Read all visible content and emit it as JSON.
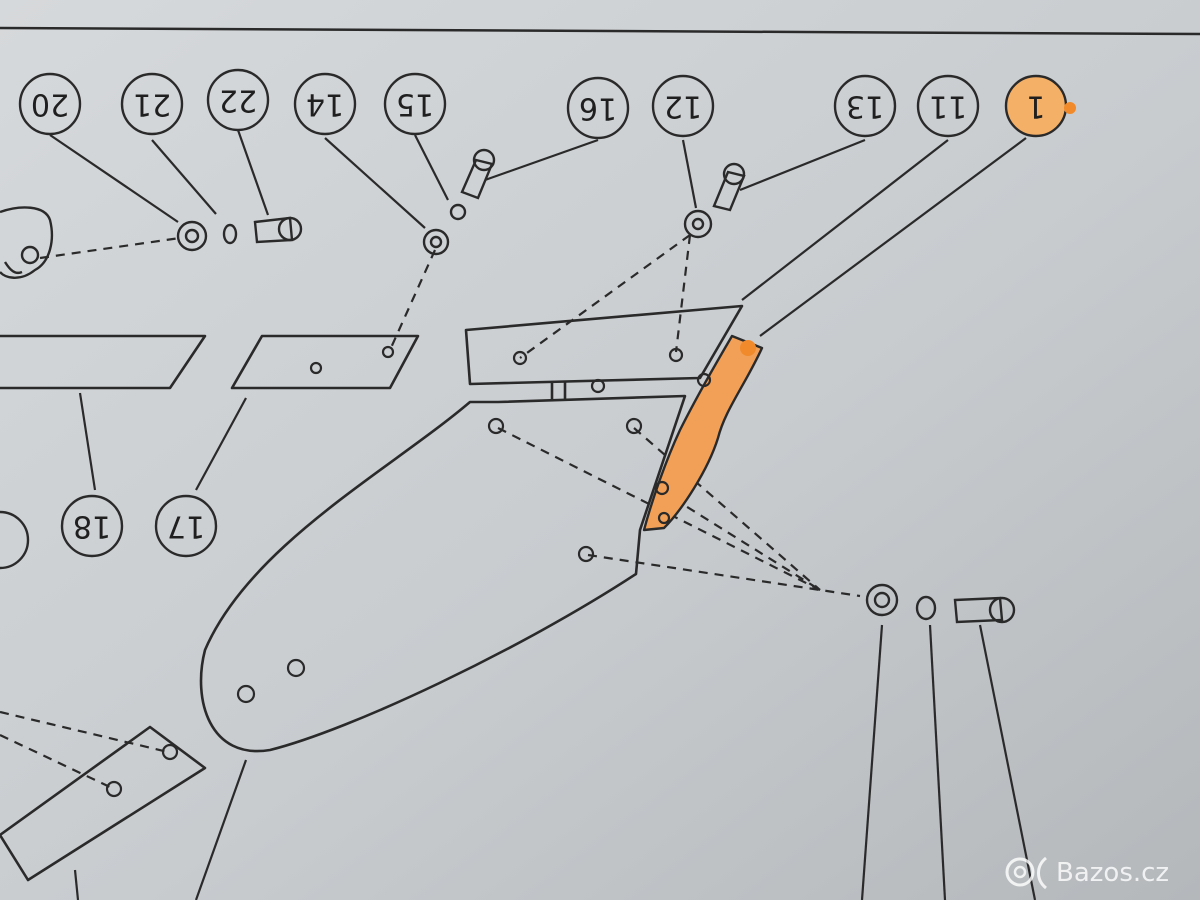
{
  "callouts": {
    "c20": "20",
    "c21": "21",
    "c22": "22",
    "c14": "14",
    "c15": "15",
    "c16": "16",
    "c12": "12",
    "c13": "13",
    "c11": "11",
    "c1": "1",
    "c18": "18",
    "c17": "17"
  },
  "watermark": {
    "text": "Bazos.cz"
  },
  "colors": {
    "paper": "#c9cdd0",
    "ink": "#2a2a2a",
    "highlight": "#f2a057"
  }
}
